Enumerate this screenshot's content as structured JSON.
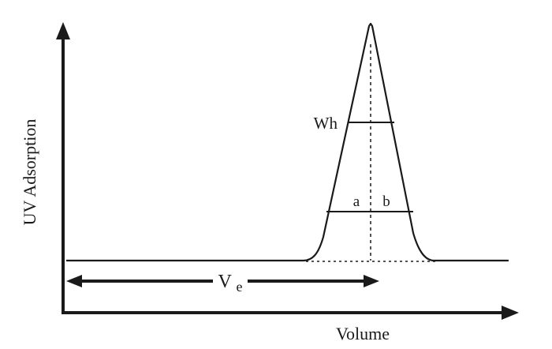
{
  "colors": {
    "ink": "#1a1a1a",
    "background": "#ffffff"
  },
  "labels": {
    "y_axis": "UV Adsorption",
    "x_axis": "Volume",
    "half_width": "Wh",
    "asymmetry_a": "a",
    "asymmetry_b": "b",
    "elution_volume_main": "V",
    "elution_volume_sub": "e"
  }
}
